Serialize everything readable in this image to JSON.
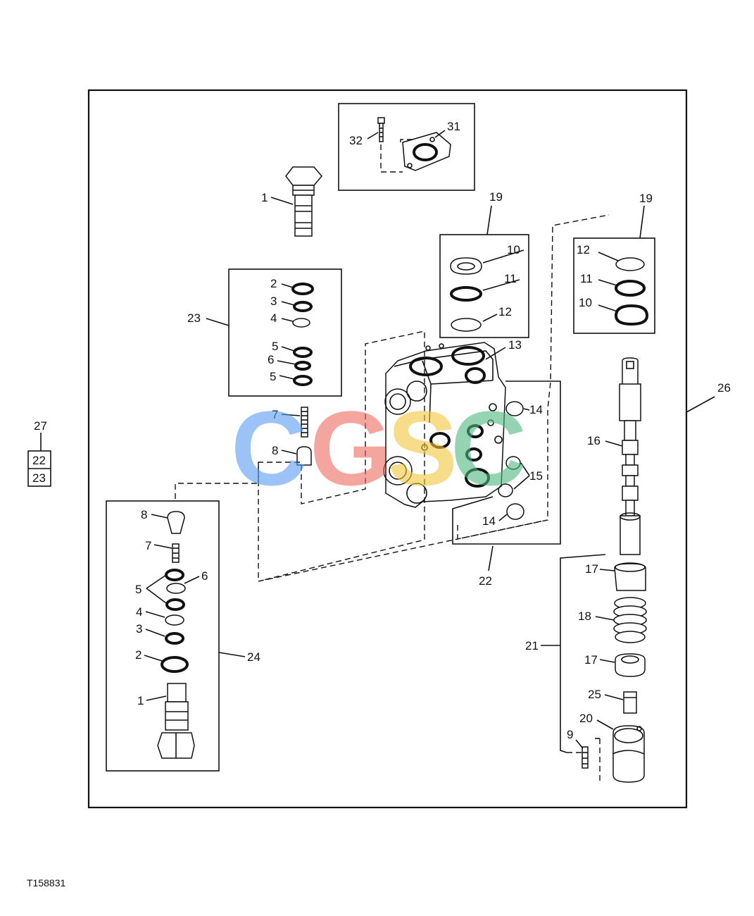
{
  "figure_id": "T158831",
  "watermark": {
    "letters": [
      "C",
      "G",
      "S",
      "C"
    ],
    "colors": [
      "#5b9cf5",
      "#ee6a5f",
      "#f2c53d",
      "#4fb882"
    ]
  },
  "callouts": {
    "c1_top": "1",
    "c2_top": "2",
    "c3_top": "3",
    "c4_top": "4",
    "c5a_top": "5",
    "c6_top": "6",
    "c5b_top": "5",
    "c7_mid": "7",
    "c8_mid": "8",
    "c8_low": "8",
    "c7_low": "7",
    "c5_low": "5",
    "c6_low": "6",
    "c4_low": "4",
    "c3_low": "3",
    "c2_low": "2",
    "c1_low": "1",
    "c9": "9",
    "c10a": "10",
    "c11a": "11",
    "c12a": "12",
    "c10b": "10",
    "c11b": "11",
    "c12b": "12",
    "c13": "13",
    "c14a": "14",
    "c14b": "14",
    "c15": "15",
    "c16": "16",
    "c17a": "17",
    "c17b": "17",
    "c18": "18",
    "c19a": "19",
    "c19b": "19",
    "c20": "20",
    "c21": "21",
    "c22": "22",
    "c23": "23",
    "c24": "24",
    "c25": "25",
    "c26": "26",
    "c27": "27",
    "c31": "31",
    "c32": "32",
    "kit22": "22",
    "kit23": "23"
  }
}
